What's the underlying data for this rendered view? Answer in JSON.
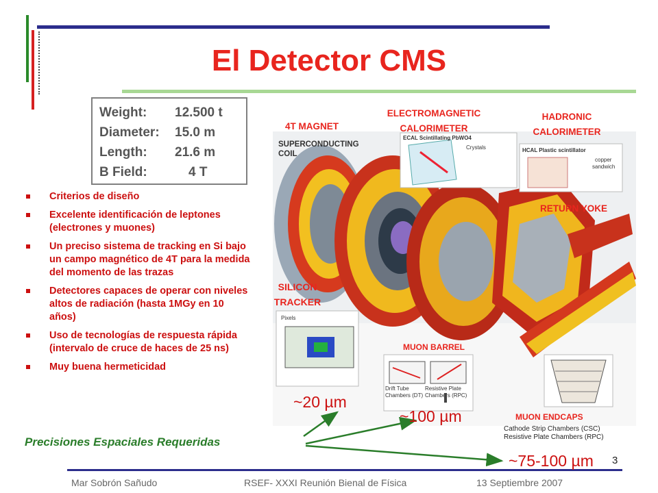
{
  "title": "El Detector CMS",
  "specs": [
    {
      "label": "Weight:",
      "value": "12.500 t"
    },
    {
      "label": "Diameter:",
      "value": "15.0 m"
    },
    {
      "label": "Length:",
      "value": "21.6 m"
    },
    {
      "label": "B Field:",
      "value": "4 T"
    }
  ],
  "bullets": [
    "Criterios de diseño",
    "Excelente identificación de leptones (electrones y muones)",
    "Un preciso sistema de tracking en Si bajo un campo magnético de 4T para la medida del momento de las trazas",
    "Detectores capaces de operar con niveles altos de radiación (hasta 1MGy en 10 años)",
    "Uso de tecnologías de respuesta rápida (intervalo de cruce de haces de 25 ns)",
    "Muy buena hermeticidad"
  ],
  "labels": {
    "magnet": "4T MAGNET",
    "superconducting": "SUPERCONDUCTING",
    "coil": "COIL",
    "ecal_line1": "ELECTROMAGNETIC",
    "ecal_line2": "CALORIMETER",
    "hcal_line1": "HADRONIC",
    "hcal_line2": "CALORIMETER",
    "return_yoke": "RETURN YOKE",
    "silicon_line1": "SILICON",
    "silicon_line2": "TRACKER",
    "muon_barrel": "MUON BARREL",
    "muon_endcaps": "MUON ENDCAPS",
    "ecal_inset": "ECAL Scintillating PbWO4",
    "ecal_inset2": "Crystals",
    "hcal_inset": "HCAL Plastic scintillator",
    "hcal_inset2": "copper",
    "hcal_inset3": "sandwich",
    "pixels": "Pixels",
    "dt_line1": "Drift Tube",
    "dt_line2": "Chambers (DT)",
    "rpc_line1": "Resistive Plate",
    "rpc_line2": "Chambers (RPC)",
    "csc_line1": "Cathode Strip Chambers (CSC)",
    "csc_line2": "Resistive Plate Chambers (RPC)"
  },
  "precision_title": "Precisiones Espaciales Requeridas",
  "measurements": {
    "tracker": "~20 µm",
    "barrel": "~100 µm",
    "endcaps": "~75-100 µm"
  },
  "footer": {
    "author": "Mar Sobrón Sañudo",
    "event": "RSEF- XXXI Reunión Bienal de Física",
    "date": "13 Septiembre 2007"
  },
  "page_number": "3",
  "colors": {
    "title_red": "#e8251e",
    "navy": "#2b2d8c",
    "green": "#2a7d2a",
    "light_green": "#9fd08a"
  }
}
